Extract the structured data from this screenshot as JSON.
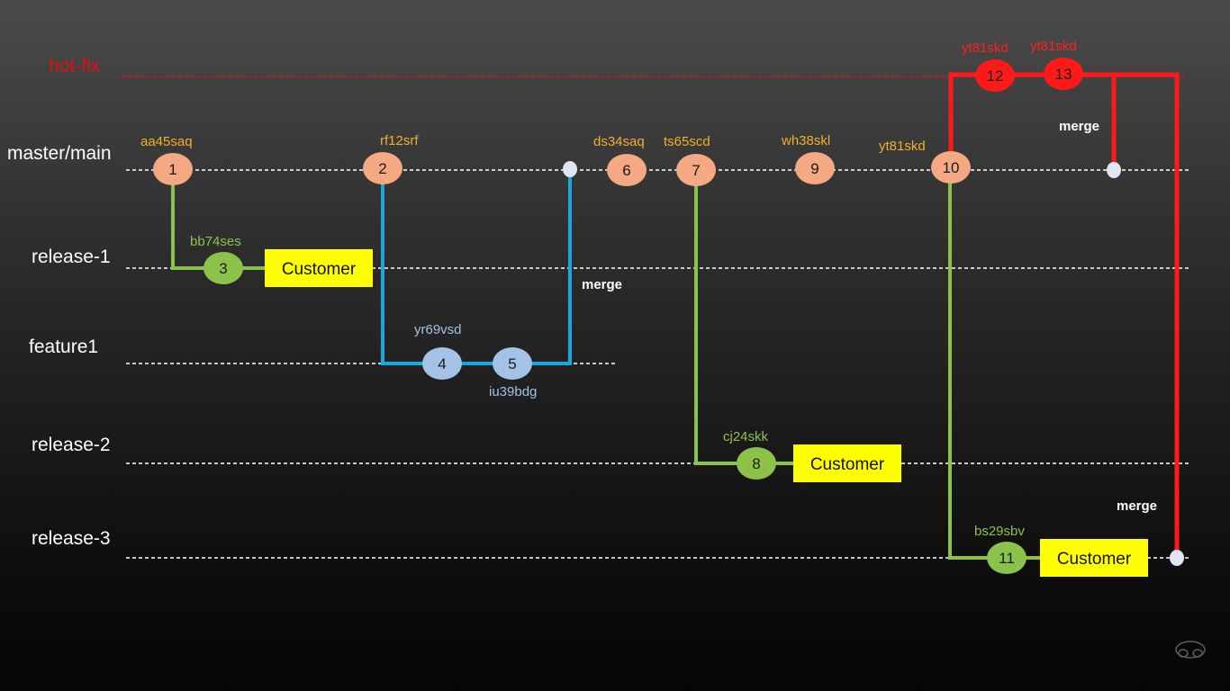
{
  "branches": [
    {
      "id": "hotfix",
      "label": "hot-fix",
      "color": "#e01010"
    },
    {
      "id": "main",
      "label": "master/main",
      "color": "#ffffff"
    },
    {
      "id": "release1",
      "label": "release-1",
      "color": "#ffffff"
    },
    {
      "id": "feature1",
      "label": "feature1",
      "color": "#ffffff"
    },
    {
      "id": "release2",
      "label": "release-2",
      "color": "#ffffff"
    },
    {
      "id": "release3",
      "label": "release-3",
      "color": "#ffffff"
    }
  ],
  "commits": [
    {
      "num": "1",
      "hash": "aa45saq",
      "branch": "main"
    },
    {
      "num": "2",
      "hash": "rf12srf",
      "branch": "main"
    },
    {
      "num": "3",
      "hash": "bb74ses",
      "branch": "release1"
    },
    {
      "num": "4",
      "hash": "yr69vsd",
      "branch": "feature1"
    },
    {
      "num": "5",
      "hash": "iu39bdg",
      "branch": "feature1"
    },
    {
      "num": "6",
      "hash": "ds34saq",
      "branch": "main"
    },
    {
      "num": "7",
      "hash": "ts65scd",
      "branch": "main"
    },
    {
      "num": "8",
      "hash": "cj24skk",
      "branch": "release2"
    },
    {
      "num": "9",
      "hash": "wh38skl",
      "branch": "main"
    },
    {
      "num": "10",
      "hash": "yt81skd",
      "branch": "main"
    },
    {
      "num": "11",
      "hash": "bs29sbv",
      "branch": "release3"
    },
    {
      "num": "12",
      "hash": "yt81skd",
      "branch": "hotfix"
    },
    {
      "num": "13",
      "hash": "yt81skd",
      "branch": "hotfix"
    }
  ],
  "merge_labels": [
    "merge",
    "merge",
    "merge"
  ],
  "customer_label": "Customer",
  "colors": {
    "main_commit": "#f4a982",
    "release_commit": "#8bc34a",
    "release_line": "#8bc34a",
    "feature_commit": "#a4c2e6",
    "feature_line": "#1aa7e0",
    "hotfix": "#ff1a1a",
    "hash_main": "#f0b02a",
    "hash_release": "#8bc34a",
    "hash_feature": "#a4c2e6",
    "hash_hotfix": "#ff2020",
    "customer_box": "#ffff00",
    "merge_dot": "#dde6f2"
  }
}
